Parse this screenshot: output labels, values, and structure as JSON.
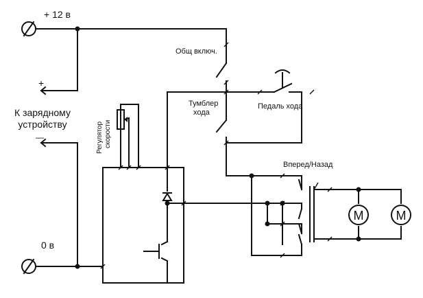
{
  "labels": {
    "plus12": "+ 12 в",
    "zero": "0 в",
    "plus_sign": "+",
    "minus_sign": "—",
    "charger_line1": "К зарядному",
    "charger_line2": "устройству",
    "main_switch": "Общ включ.",
    "drive_toggle_line1": "Тумблер",
    "drive_toggle_line2": "хода",
    "pedal": "Педаль хода",
    "speed_reg_line1": "Регулятор",
    "speed_reg_line2": "скорости",
    "forward_back": "Вперед/Назад",
    "motor_1": "M",
    "motor_2": "M"
  },
  "icons": [
    "terminal-icon",
    "switch-icon",
    "pedal-icon",
    "diode-icon",
    "transistor-icon",
    "potentiometer-icon",
    "motor-icon"
  ]
}
